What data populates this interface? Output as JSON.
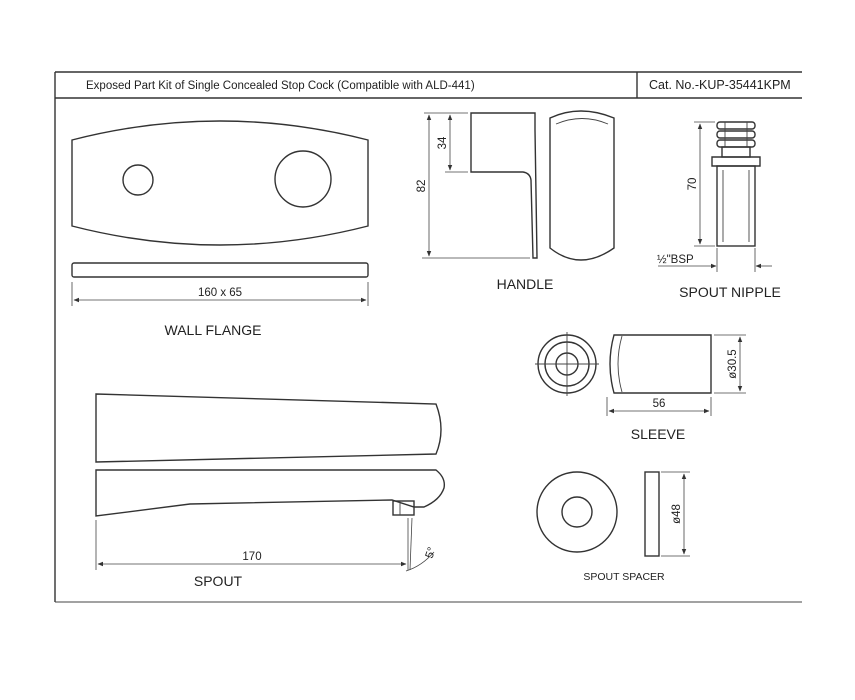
{
  "header": {
    "title": "Exposed Part Kit of Single Concealed Stop Cock (Compatible with ALD-441)",
    "catalog_number": "Cat. No.-KUP-35441KPM"
  },
  "wall_flange": {
    "label": "WALL FLANGE",
    "dimension": "160 x 65"
  },
  "handle": {
    "label": "HANDLE",
    "height_total": "82",
    "height_top": "34"
  },
  "spout_nipple": {
    "label": "SPOUT NIPPLE",
    "height": "70",
    "thread": "½\"BSP"
  },
  "sleeve": {
    "label": "SLEEVE",
    "length": "56",
    "diameter": "ø30.5"
  },
  "spout": {
    "label": "SPOUT",
    "length": "170",
    "angle": "5°"
  },
  "spout_spacer": {
    "label": "SPOUT SPACER",
    "diameter": "ø48"
  }
}
